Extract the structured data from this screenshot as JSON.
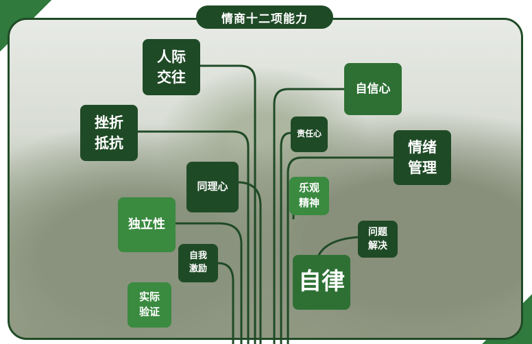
{
  "title": "情商十二项能力",
  "nodes": {
    "interpersonal": "人际\n交往",
    "resilience": "挫折\n抵抗",
    "empathy": "同理心",
    "independence": "独立性",
    "self_motivation": "自我\n激励",
    "practical_verification": "实际\n验证",
    "self_confidence": "自信心",
    "responsibility": "责任心",
    "emotion_management": "情绪\n管理",
    "optimism": "乐观\n精神",
    "problem_solving": "问题\n解决",
    "self_discipline": "自律"
  },
  "colors": {
    "dark_green": "#1f4a26",
    "green": "#2e7034",
    "light_green": "#3a8a40"
  }
}
